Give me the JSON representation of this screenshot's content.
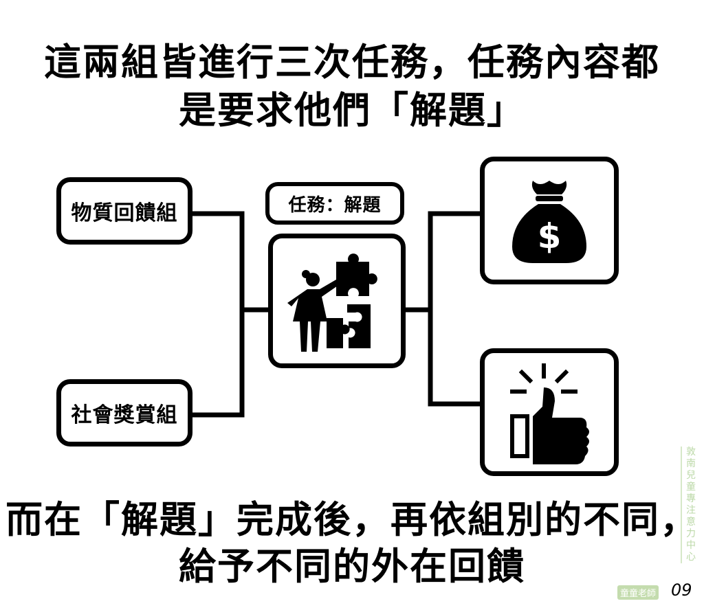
{
  "title_lines": [
    "這兩組皆進行三次任務，任務內容都",
    "是要求他們「解題」"
  ],
  "bottom_lines": [
    "而在「解題」完成後，再依組別的不同，",
    "給予不同的外在回饋"
  ],
  "groups": [
    {
      "label": "物質回饋組"
    },
    {
      "label": "社會獎賞組"
    }
  ],
  "task": {
    "label": "任務：解題",
    "icon": "puzzle-person-icon"
  },
  "rewards": [
    {
      "icon": "money-bag-icon",
      "symbol": "$"
    },
    {
      "icon": "thumbs-up-icon"
    }
  ],
  "footer": {
    "watermark": "敦南兒童專注意力中心",
    "badge": "童童老師",
    "page": "09"
  }
}
